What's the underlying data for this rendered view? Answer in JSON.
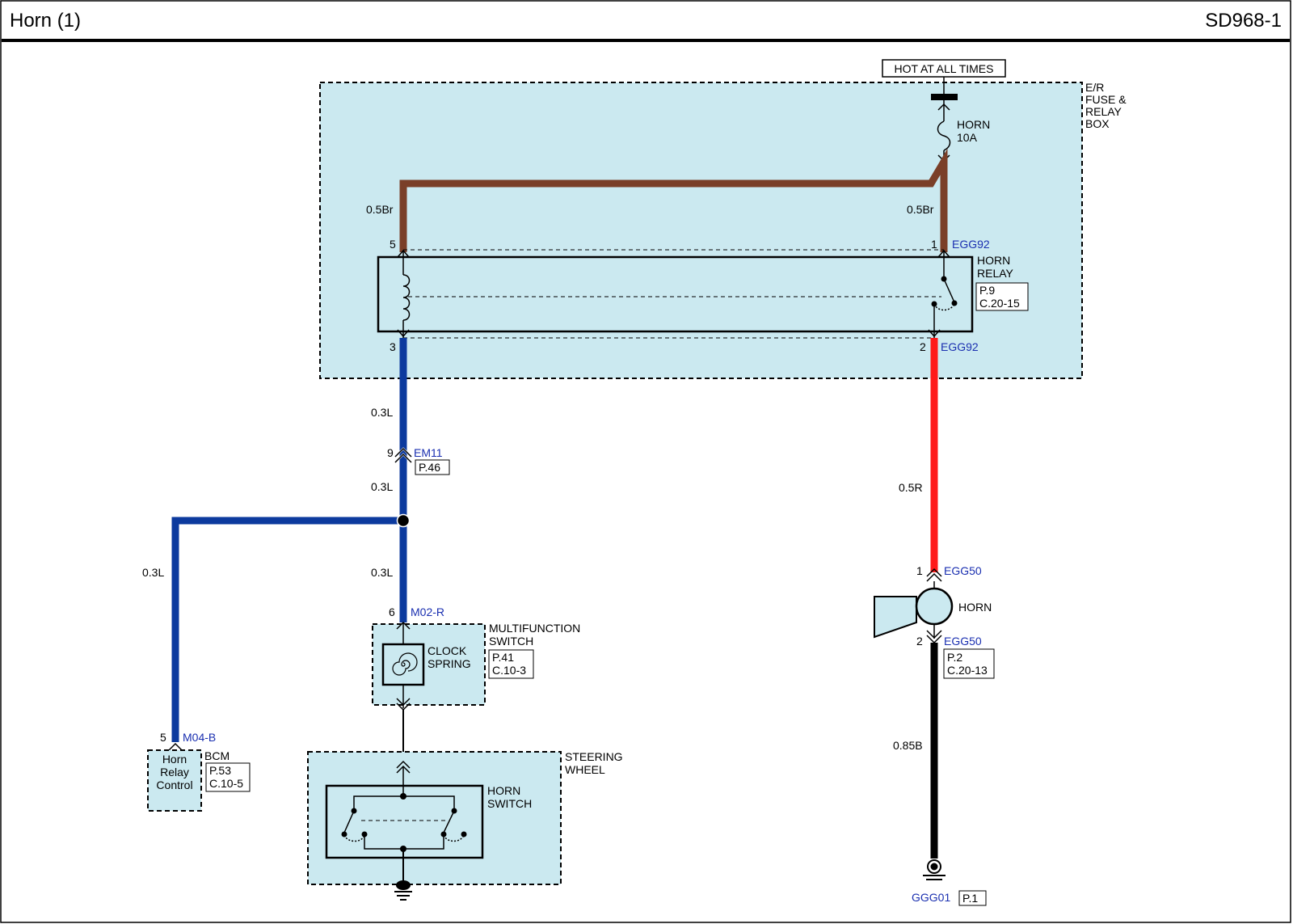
{
  "header": {
    "title": "Horn (1)",
    "diagram_code": "SD968-1"
  },
  "power": {
    "hot_label": "HOT AT ALL TIMES"
  },
  "fuse_box": {
    "name_line1": "E/R",
    "name_line2": "FUSE &",
    "name_line3": "RELAY",
    "name_line4": "BOX"
  },
  "fuse": {
    "name": "HORN",
    "rating": "10A"
  },
  "relay": {
    "name_line1": "HORN",
    "name_line2": "RELAY",
    "ref_page": "P.9",
    "ref_conn": "C.20-15",
    "pins": {
      "p5": "5",
      "p1": "1",
      "p3": "3",
      "p2": "2"
    },
    "conn_top": "EGG92",
    "conn_bottom": "EGG92"
  },
  "wires": {
    "br_left": "0.5Br",
    "br_right": "0.5Br",
    "l_1": "0.3L",
    "l_2": "0.3L",
    "l_3": "0.3L",
    "l_4": "0.3L",
    "r_1": "0.5R",
    "b_1": "0.85B"
  },
  "colors": {
    "brown": "#7a3f28",
    "blue": "#0c3a9e",
    "red": "#ff1a1a",
    "black": "#000000",
    "fill": "#cbe9f0",
    "conn_text": "#1a2fb0"
  },
  "em11": {
    "pin": "9",
    "name": "EM11",
    "ref": "P.46"
  },
  "m02": {
    "pin": "6",
    "name": "M02-R"
  },
  "multifunction": {
    "name_line1": "MULTIFUNCTION",
    "name_line2": "SWITCH",
    "ref_page": "P.41",
    "ref_conn": "C.10-3",
    "clock_line1": "CLOCK",
    "clock_line2": "SPRING"
  },
  "steering": {
    "name_line1": "STEERING",
    "name_line2": "WHEEL",
    "switch_line1": "HORN",
    "switch_line2": "SWITCH"
  },
  "bcm": {
    "pin": "5",
    "conn": "M04-B",
    "name": "BCM",
    "ref_page": "P.53",
    "ref_conn": "C.10-5",
    "box_line1": "Horn",
    "box_line2": "Relay",
    "box_line3": "Control"
  },
  "horn": {
    "name": "HORN",
    "pin_top": "1",
    "conn_top": "EGG50",
    "pin_bottom": "2",
    "conn_bottom": "EGG50",
    "ref_page": "P.2",
    "ref_conn": "C.20-13"
  },
  "ground": {
    "name": "GGG01",
    "ref": "P.1"
  }
}
